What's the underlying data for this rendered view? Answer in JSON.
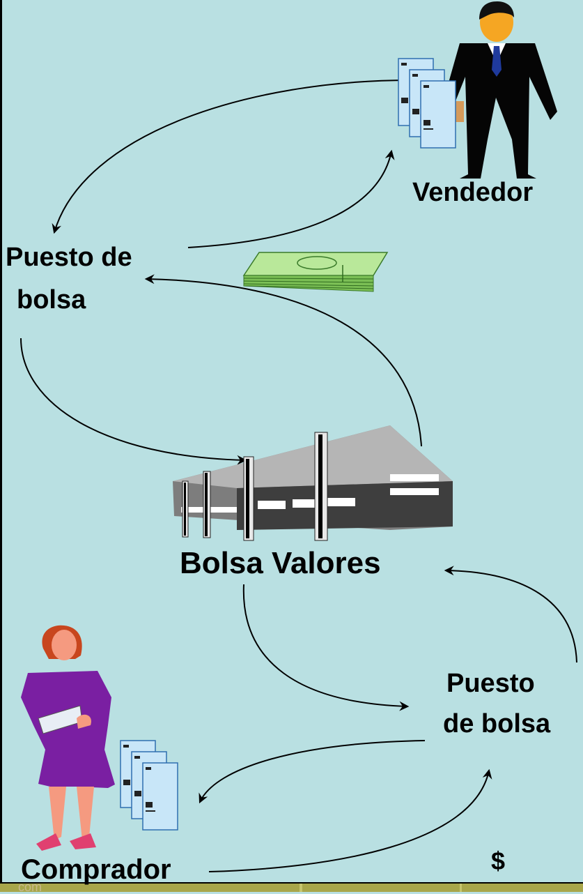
{
  "labels": {
    "vendedor": "Vendedor",
    "puesto_top_line1": "Puesto de",
    "puesto_top_line2": "bolsa",
    "bolsa_valores": "Bolsa Valores",
    "puesto_bottom_line1": "Puesto",
    "puesto_bottom_line2": "de bolsa",
    "comprador": "Comprador",
    "dollar": "$",
    "logo_fragment": "com"
  },
  "colors": {
    "background": "#b9e0e2",
    "footer_band": "#a8a64a",
    "border": "#000000",
    "woman_dress": "#7a1fa2",
    "woman_skin": "#f59a80",
    "woman_hair": "#c8461e",
    "man_suit": "#000000",
    "man_tie": "#1f3a9c",
    "man_skin": "#f5a623",
    "money": "#9ed27a",
    "document": "#c8e6f8"
  },
  "icons": [
    "businessman-icon",
    "businesswoman-icon",
    "stock-exchange-building-icon",
    "money-stack-icon",
    "stock-certificate-icon"
  ]
}
